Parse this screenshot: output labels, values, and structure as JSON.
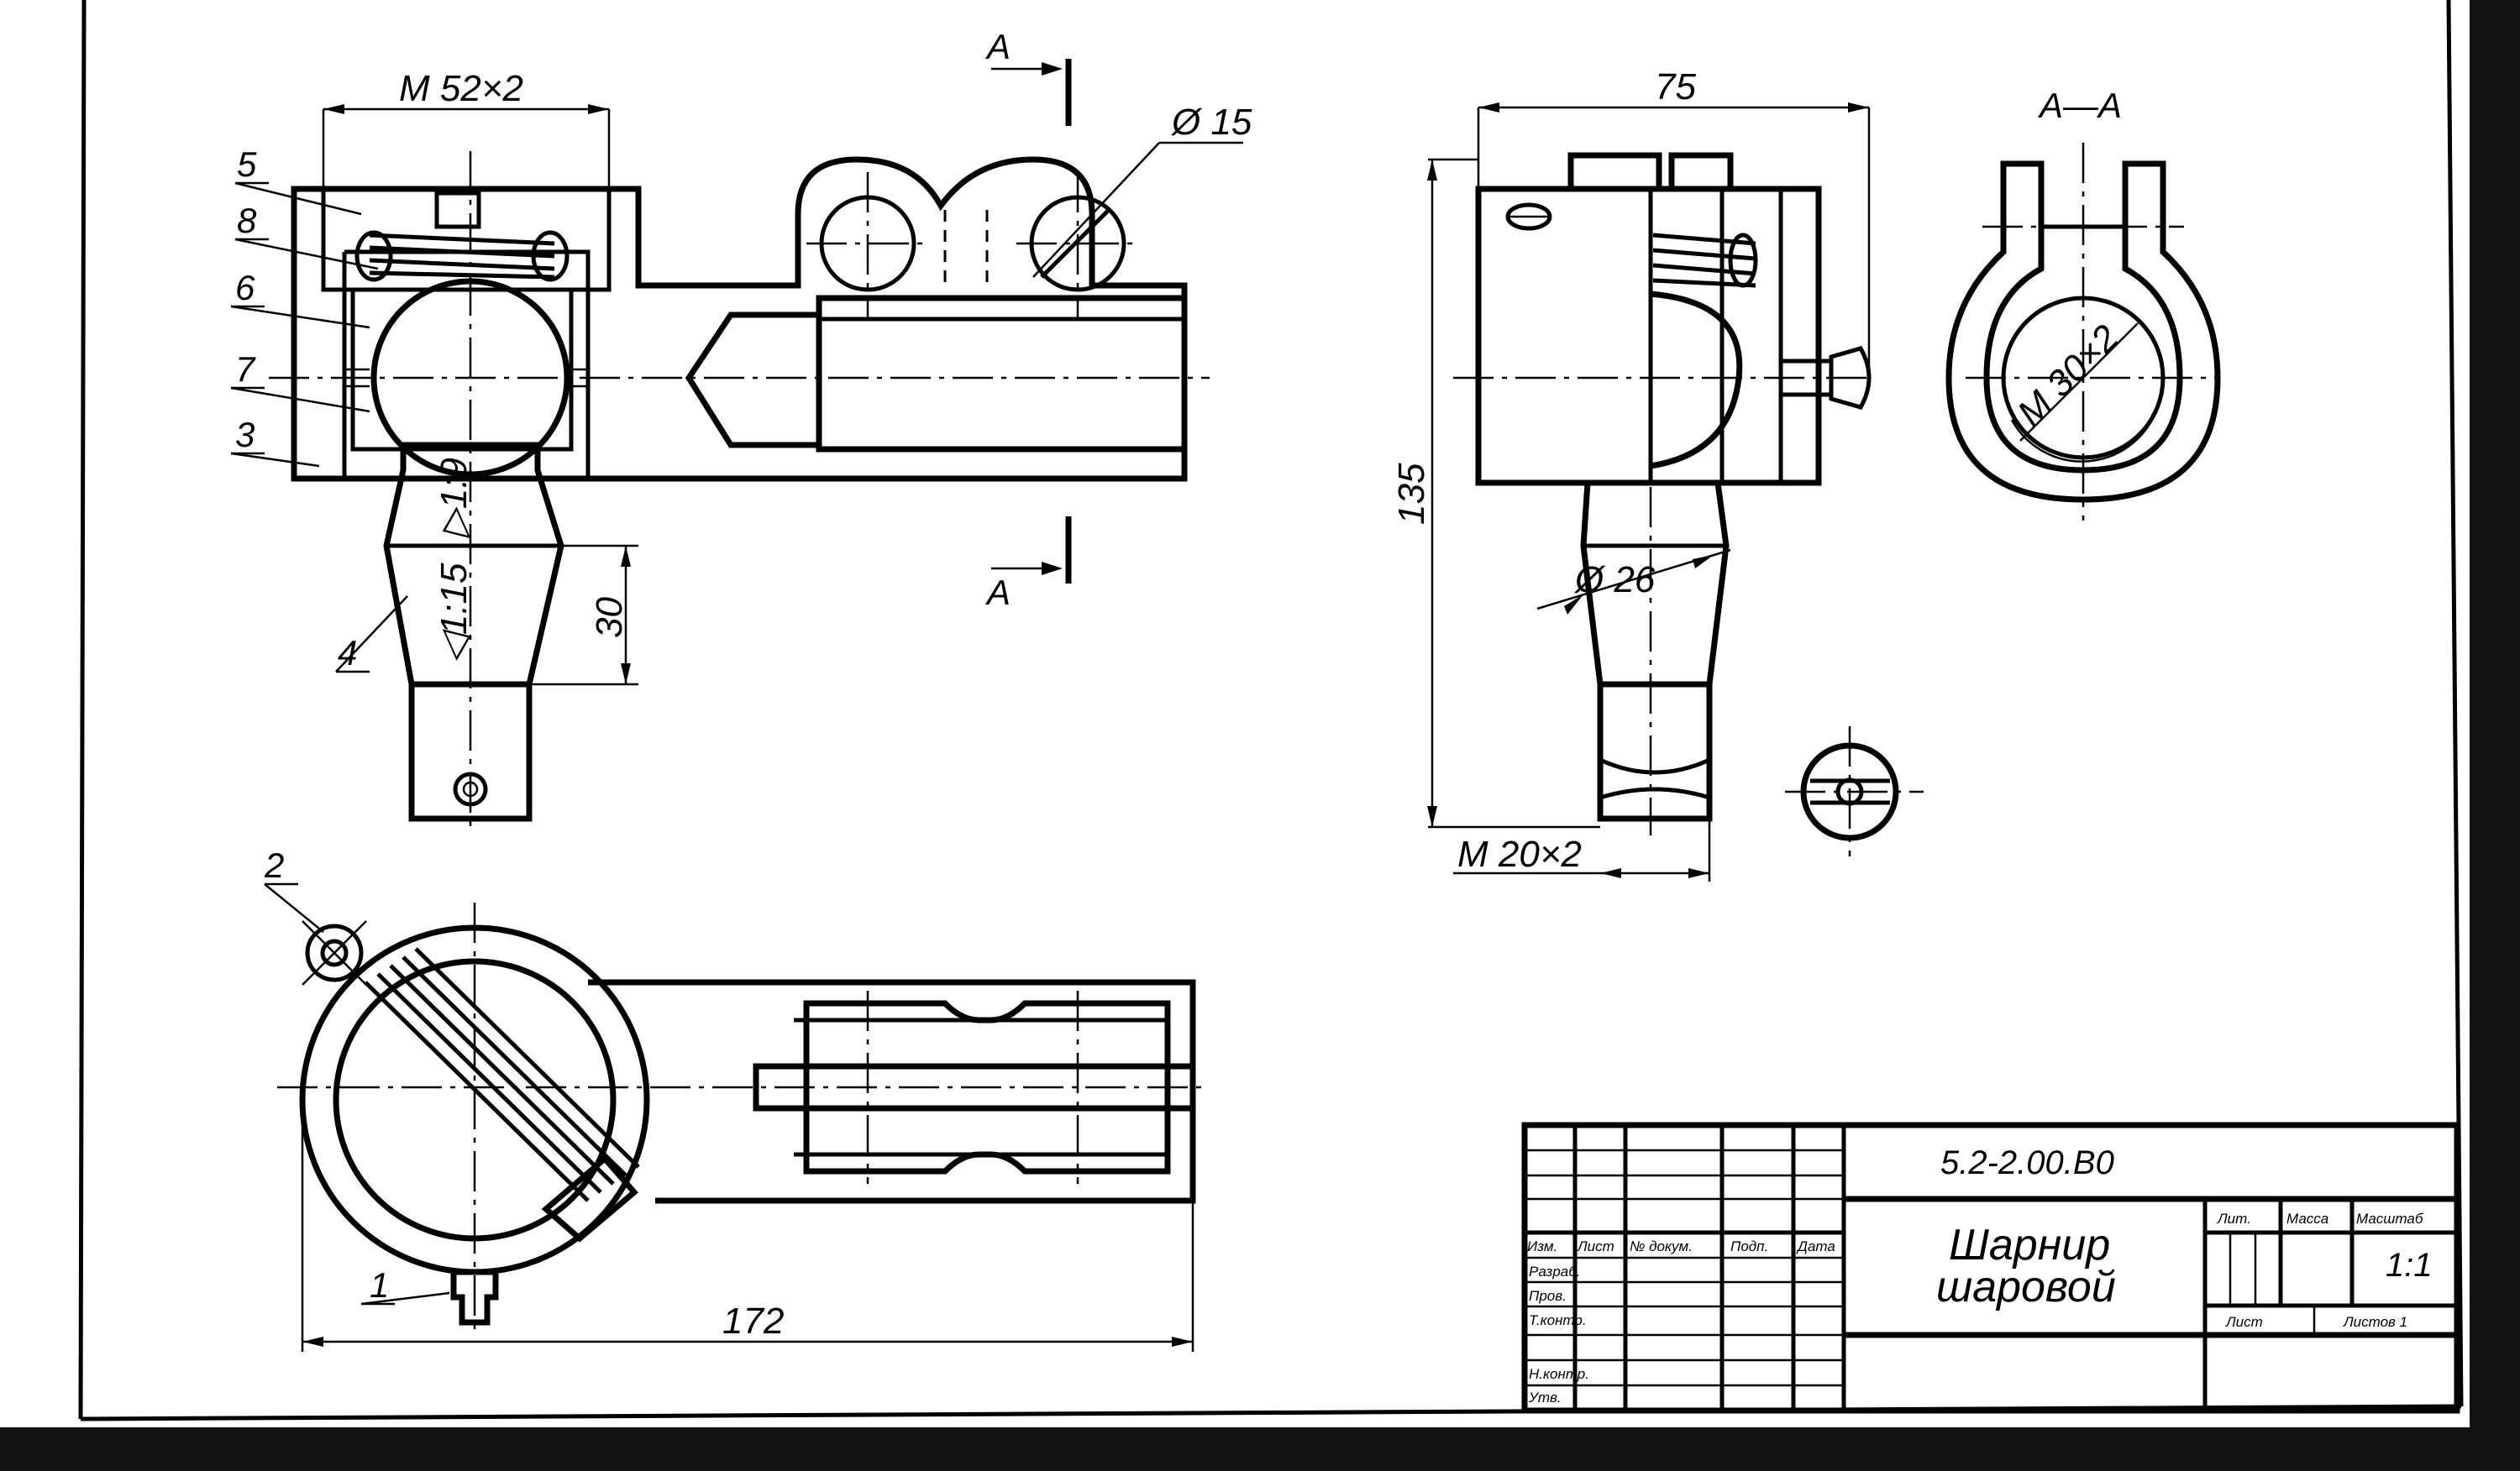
{
  "drawing": {
    "designation": "5.2-2.00.B0",
    "title_line1": "Шарнир",
    "title_line2": "шаровой",
    "scale": "1:1",
    "sheet_label": "Лист",
    "sheets_label": "Листов 1",
    "lit_label": "Лит.",
    "mass_label": "Масса",
    "scale_label": "Масштаб"
  },
  "title_block": {
    "col_headers": [
      "Изм.",
      "Лист",
      "№ докум.",
      "Подп.",
      "Дата"
    ],
    "rows": [
      "Разраб.",
      "Пров.",
      "Т.контр.",
      "",
      "Н.контр.",
      "Утв."
    ]
  },
  "section": {
    "label": "А—А",
    "marker_top": "А",
    "marker_bottom": "А"
  },
  "dimensions": {
    "thread_main": "М 52×2",
    "hole_dia": "Ø 15",
    "width_75": "75",
    "height_135": "135",
    "shank_dia": "Ø 26",
    "thread_bottom": "М 20×2",
    "thread_clamp": "М 30×2",
    "length_172": "172",
    "taper_len_30": "30",
    "taper_1": "▷1:9",
    "taper_2": "◁1:15"
  },
  "parts": [
    "1",
    "2",
    "3",
    "4",
    "5",
    "6",
    "7",
    "8"
  ]
}
